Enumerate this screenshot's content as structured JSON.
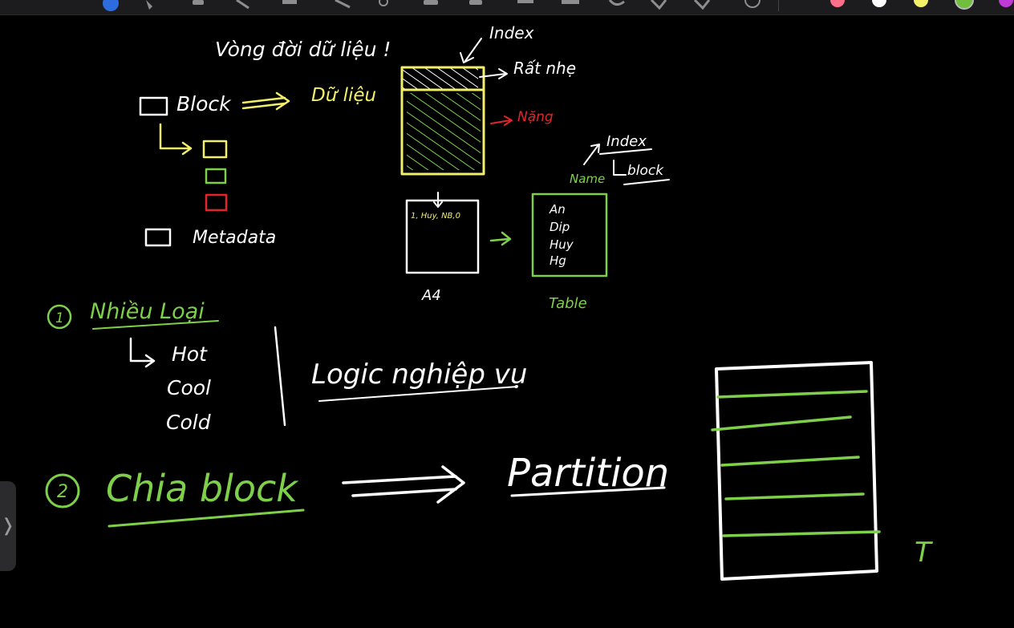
{
  "colors": {
    "white": "#ffffff",
    "yellow": "#f3ef6b",
    "green": "#7ed04a",
    "red": "#e0262a",
    "background": "#000000",
    "toolbar": "#1c1c1e"
  },
  "toolbar": {
    "left_icons": [
      "pen-icon",
      "pencil-icon",
      "highlighter-icon",
      "eraser-icon",
      "lasso-icon",
      "shapes-icon",
      "text-icon",
      "image-icon",
      "sticker-icon",
      "ruler-icon",
      "hand-icon",
      "undo-icon",
      "redo-icon"
    ],
    "swatches": [
      "#2a2a2a",
      "#ff6f8a",
      "#ffffff",
      "#f3ef6b",
      "#6fbf3d",
      "#c03ad8"
    ]
  },
  "notes": {
    "title": "Vòng đời dữ liệu !",
    "block": "Block",
    "du_lieu": "Dữ liệu",
    "metadata": "Metadata",
    "index_top": "Index",
    "rat_nhe": "Rất nhẹ",
    "nang": "Nặng",
    "row": "1, Huy, NB,0",
    "file_label": "A4",
    "table_rows": [
      "An",
      "Dip",
      "Huy",
      "Hg"
    ],
    "table_label": "Table",
    "name": "Name",
    "index_right": "Index",
    "block_right": "block",
    "one": "1",
    "nhieu_loai": "Nhiều Loại",
    "hot": "Hot",
    "cool": "Cool",
    "cold": "Cold",
    "logic": "Logic nghiệp vụ",
    "two": "2",
    "chia_block": "Chia block",
    "partition": "Partition",
    "t": "T"
  }
}
